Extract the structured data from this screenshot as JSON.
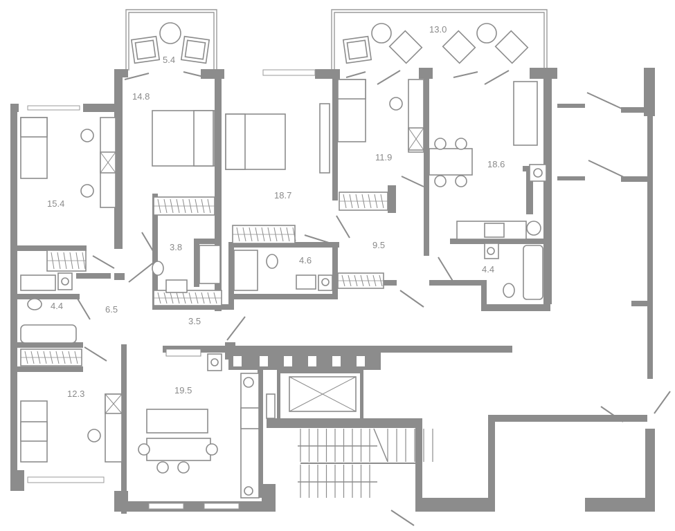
{
  "rooms": [
    {
      "id": "balcony-left",
      "area": "5.4"
    },
    {
      "id": "balcony-right",
      "area": "13.0"
    },
    {
      "id": "bedroom-a",
      "area": "14.8"
    },
    {
      "id": "bedroom-b",
      "area": "15.4"
    },
    {
      "id": "bedroom-c",
      "area": "18.7"
    },
    {
      "id": "bedroom-d",
      "area": "11.9"
    },
    {
      "id": "living-right",
      "area": "18.6"
    },
    {
      "id": "bath-small",
      "area": "3.8"
    },
    {
      "id": "bath-mid",
      "area": "4.6"
    },
    {
      "id": "hall-mid",
      "area": "9.5"
    },
    {
      "id": "bath-right",
      "area": "4.4"
    },
    {
      "id": "bath-left",
      "area": "4.4"
    },
    {
      "id": "hall-left",
      "area": "6.5"
    },
    {
      "id": "corridor",
      "area": "3.5"
    },
    {
      "id": "bedroom-e",
      "area": "12.3"
    },
    {
      "id": "living-left",
      "area": "19.5"
    }
  ]
}
